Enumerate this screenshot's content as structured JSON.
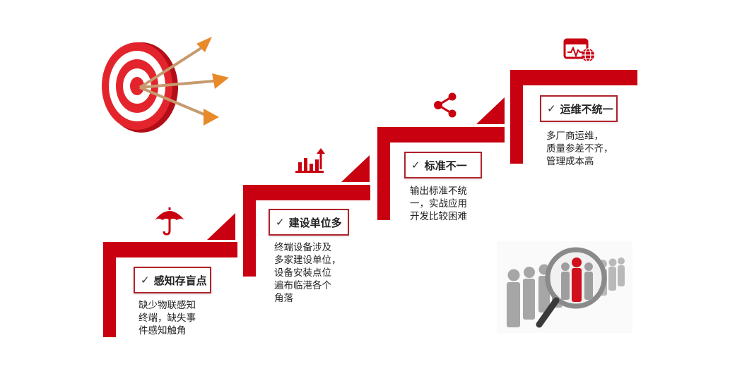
{
  "colors": {
    "accent": "#c8000f",
    "label_border": "#b0222b"
  },
  "steps": [
    {
      "title": "感知存盲点",
      "desc": "缺少物联感知\n终端，缺失事\n件感知触角",
      "icon": "umbrella-icon"
    },
    {
      "title": "建设单位多",
      "desc": " 终端设备涉及\n多家建设单位，\n设备安装点位\n遍布临港各个\n角落",
      "icon": "bar-chart-rising-icon"
    },
    {
      "title": "标准不一",
      "desc": "输出标准不统\n一，实战应用\n开发比较困难",
      "icon": "share-nodes-icon"
    },
    {
      "title": "运维不统一",
      "desc": "多厂商运维，\n质量参差不齐，\n管理成本高",
      "icon": "web-monitor-globe-icon"
    }
  ],
  "check_glyph": "✓",
  "images": {
    "target": "target-with-arrows-image",
    "people": "magnifier-crowd-image"
  }
}
